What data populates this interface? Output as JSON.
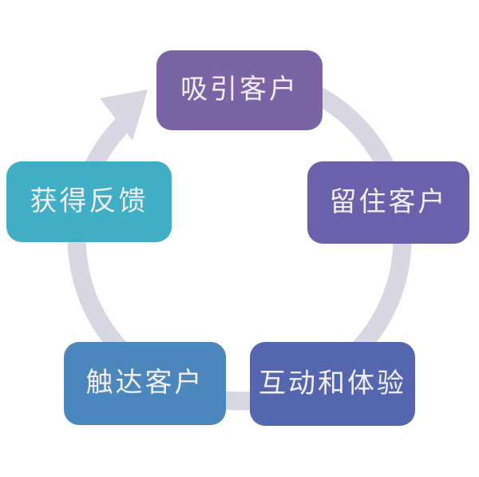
{
  "diagram": {
    "type": "cycle",
    "direction": "clockwise",
    "background_color": "#FFFFFF",
    "ring_color": "#D9D6E3",
    "text_color": "#F1EFF5",
    "nodes": [
      {
        "label": "吸引客户",
        "position": "top",
        "color": "#7B64A5"
      },
      {
        "label": "留住客户",
        "position": "right",
        "color": "#6A60AB"
      },
      {
        "label": "互动和体验",
        "position": "bottom-right",
        "color": "#5566B1"
      },
      {
        "label": "触达客户",
        "position": "bottom-left",
        "color": "#4B86BC"
      },
      {
        "label": "获得反馈",
        "position": "left",
        "color": "#40AEC4"
      }
    ]
  }
}
